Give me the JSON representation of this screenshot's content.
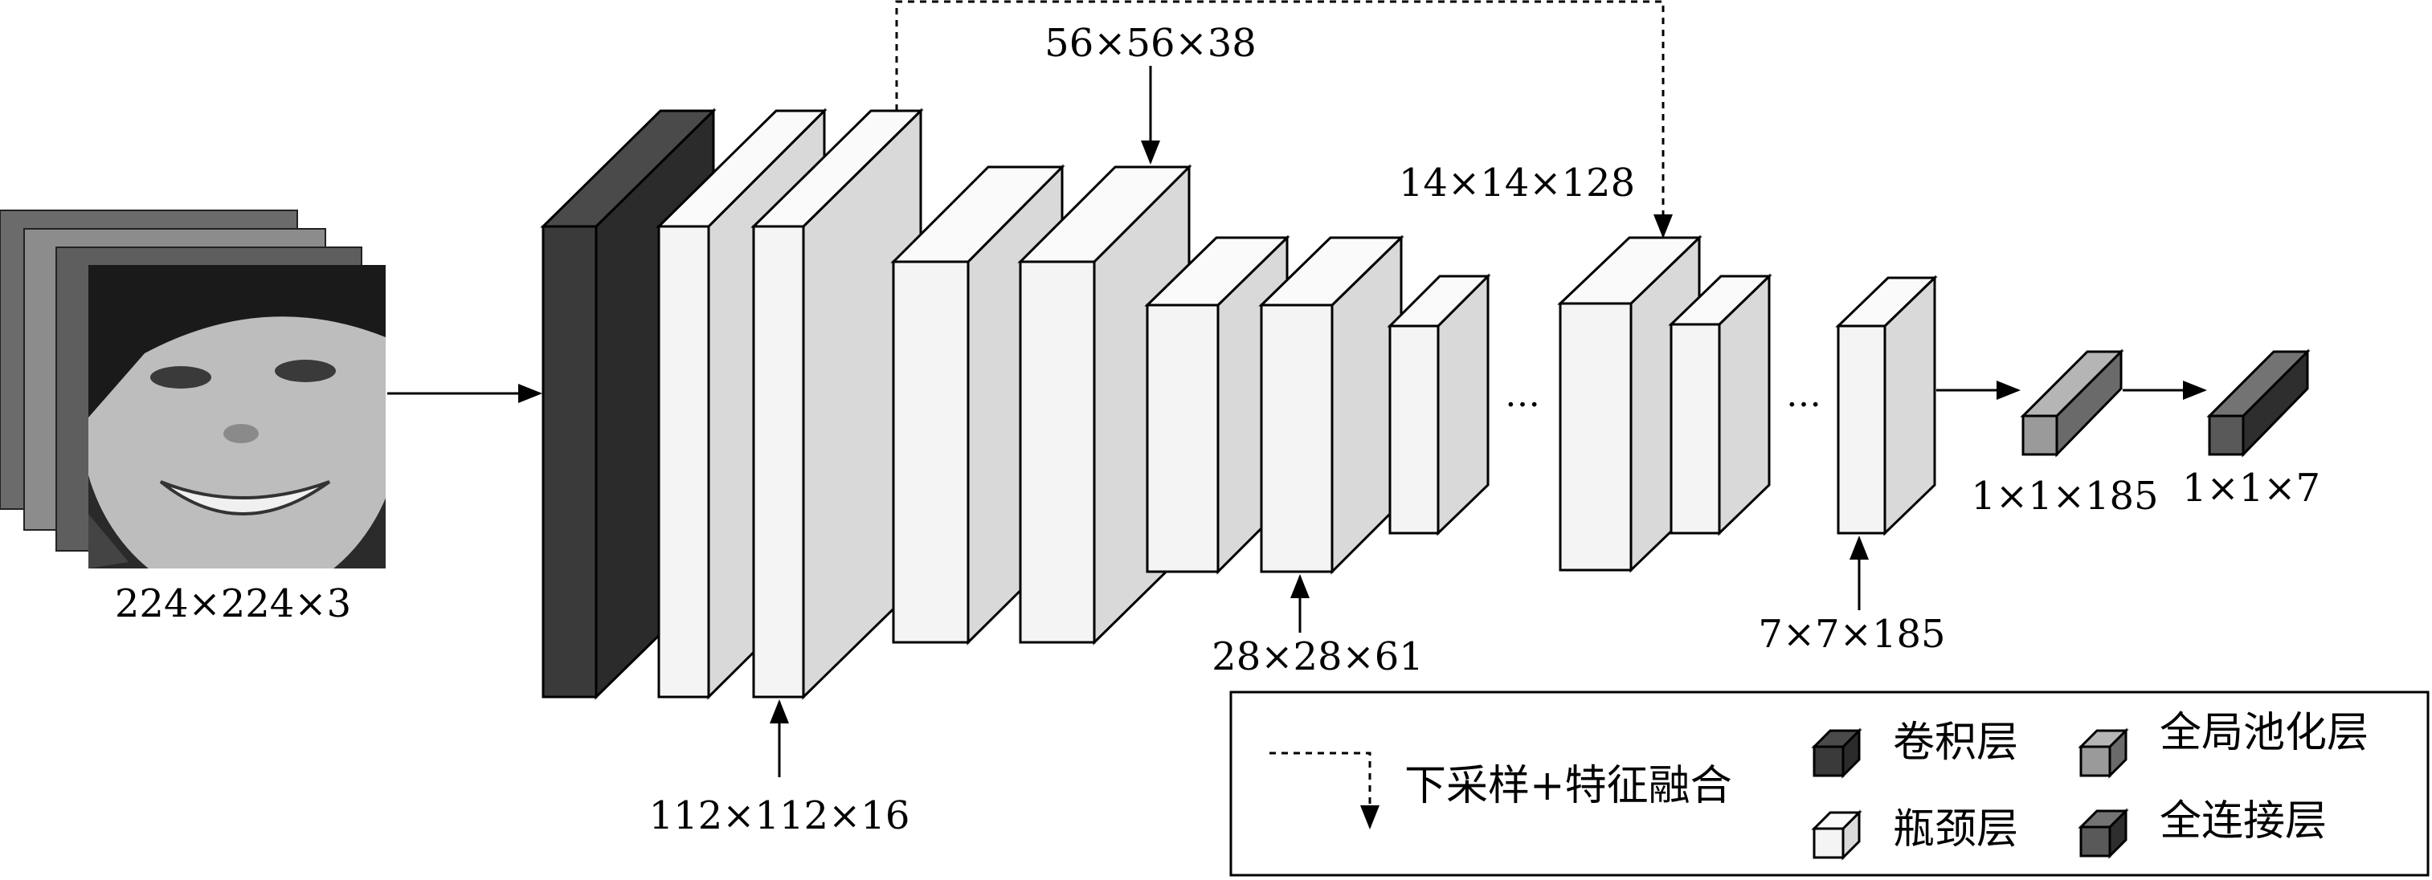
{
  "diagram": {
    "input_label": "224×224×3",
    "dim_labels": {
      "stage1": "112×112×16",
      "stage2": "56×56×38",
      "stage3": "28×28×61",
      "stage4": "14×14×128",
      "stage5": "7×7×185",
      "pool": "1×1×185",
      "fc": "1×1×7"
    },
    "ellipsis": "…",
    "colors": {
      "conv": "#3a3a3a",
      "bottleneck": "#f4f4f4",
      "global_pool": "#9a9a9a",
      "fully_connected": "#595959",
      "line": "#000000"
    }
  },
  "legend": {
    "downsample_fusion": "下采样+特征融合",
    "conv_layer": "卷积层",
    "bottleneck_layer": "瓶颈层",
    "global_pool_layer": "全局池化层",
    "fc_layer": "全连接层"
  }
}
